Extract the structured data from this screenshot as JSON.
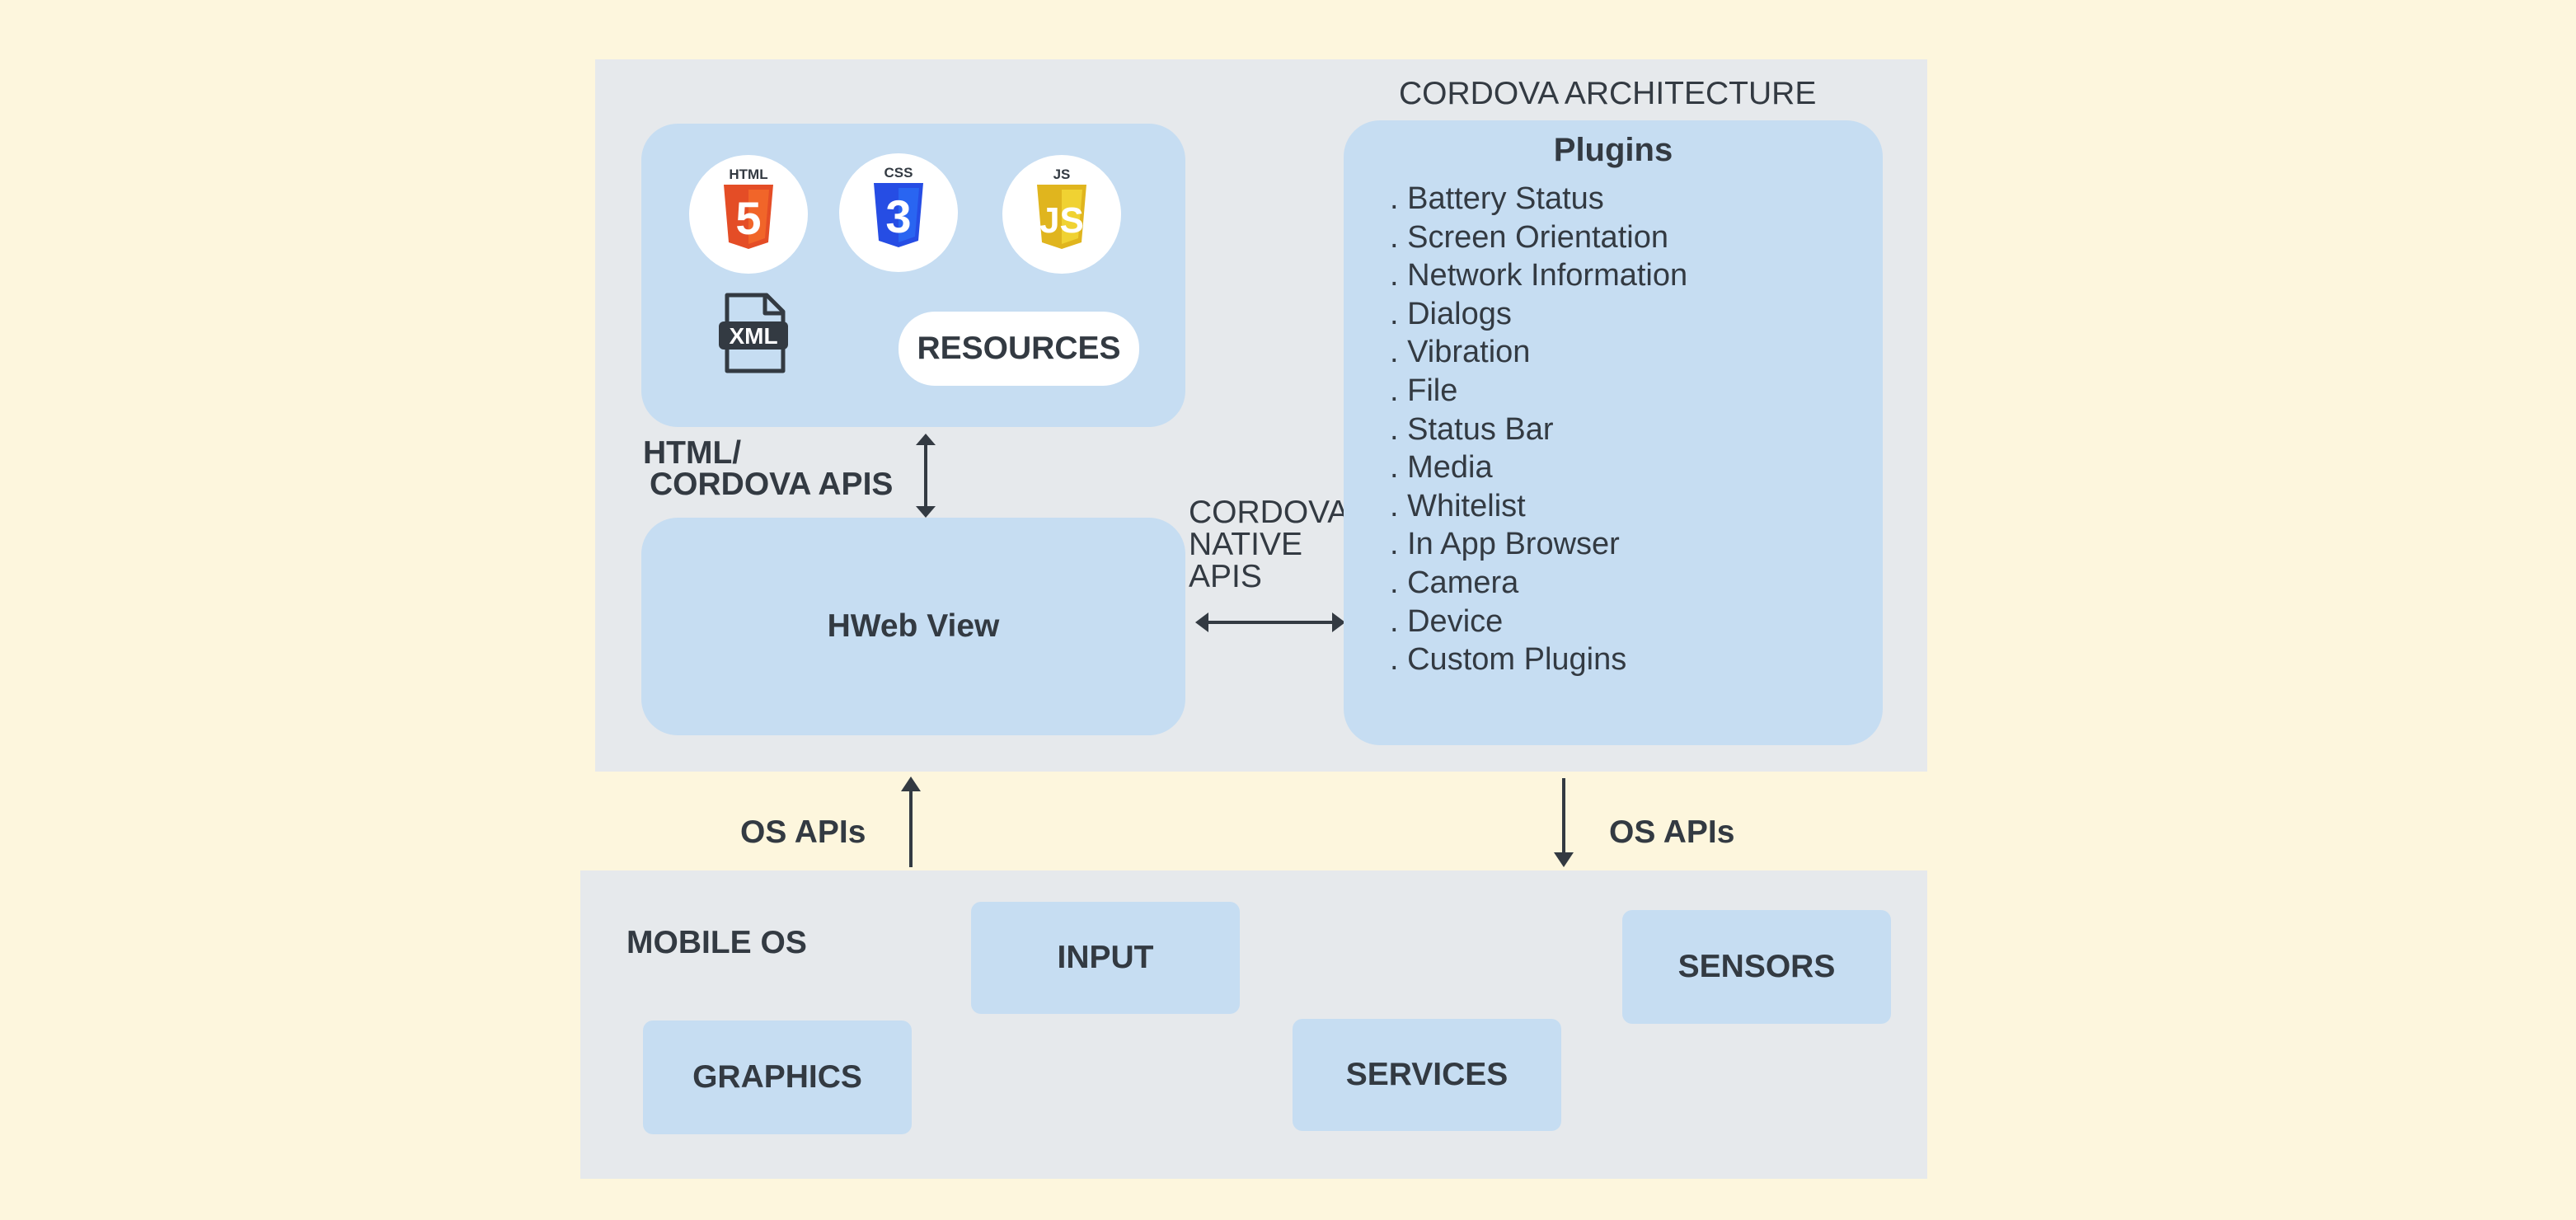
{
  "diagram_title": "CORDOVA ARCHITECTURE",
  "resources": {
    "icons": [
      {
        "name": "html5-icon",
        "badge": "HTML",
        "glyph": "5",
        "color": "#e44d26"
      },
      {
        "name": "css3-icon",
        "badge": "CSS",
        "glyph": "3",
        "color": "#264de4"
      },
      {
        "name": "js-icon",
        "badge": "JS",
        "glyph": "JS",
        "color": "#e9c928"
      }
    ],
    "xml_badge": "XML",
    "label": "RESOURCES"
  },
  "html_cordova_apis": {
    "line1": "HTML/",
    "line2": "CORDOVA APIS"
  },
  "webview_label": "HWeb View",
  "cordova_native_apis": {
    "line1": "CORDOVA",
    "line2": "NATIVE",
    "line3": "APIS"
  },
  "plugins": {
    "title": "Plugins",
    "items": [
      ". Battery Status",
      ". Screen Orientation",
      ". Network Information",
      ". Dialogs",
      ". Vibration",
      ". File",
      ". Status Bar",
      ". Media",
      ". Whitelist",
      ". In App Browser",
      ". Camera",
      ". Device",
      ". Custom Plugins"
    ]
  },
  "os_apis_left": "OS APIs",
  "os_apis_right": "OS APIs",
  "mobile_os": {
    "label": "MOBILE OS",
    "graphics": "GRAPHICS",
    "input": "INPUT",
    "services": "SERVICES",
    "sensors": "SENSORS"
  },
  "colors": {
    "background": "#fdf6dd",
    "panel": "#e6e9ec",
    "box": "#c6ddf2",
    "text": "#333a42"
  }
}
